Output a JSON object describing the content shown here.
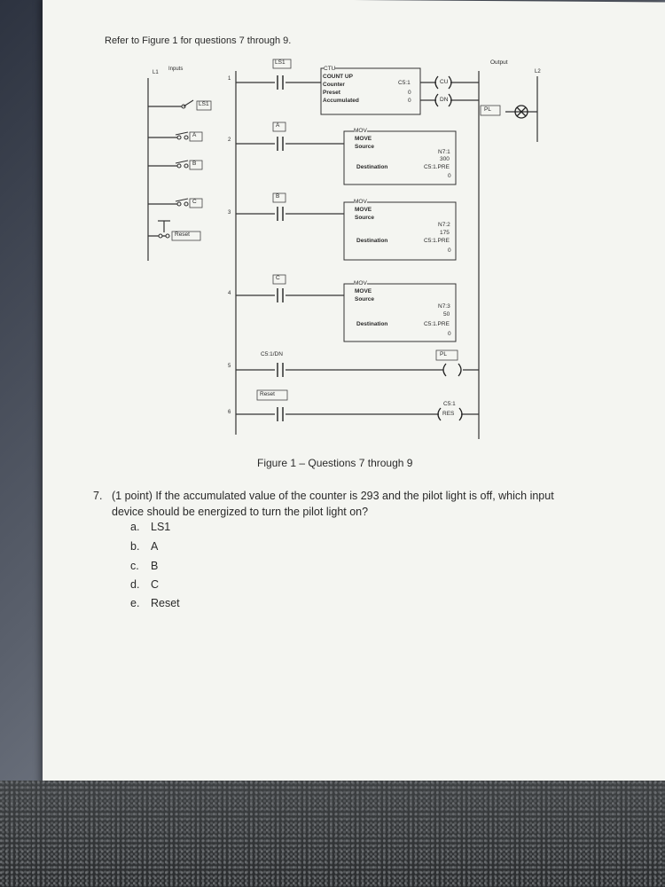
{
  "header_text": "Refer to Figure 1 for questions 7 through 9.",
  "labels": {
    "l1": "L1",
    "inputs": "Inputs",
    "output": "Output",
    "l2": "L2"
  },
  "input_tags": [
    "LS1",
    "A",
    "B",
    "C",
    "Reset"
  ],
  "rungs": [
    {
      "num": "1",
      "contact": "LS1",
      "box": {
        "title": "CTU",
        "lines": [
          "COUNT UP",
          "Counter",
          "Preset",
          "Accumulated"
        ],
        "values": [
          "C5:1",
          "0",
          "0"
        ]
      },
      "coil_top": "CU",
      "coil_bottom": "DN"
    },
    {
      "num": "2",
      "contact": "A",
      "box": {
        "title": "MOV",
        "name": "MOVE",
        "source_label": "Source",
        "source": "N7:1",
        "source_val": "300",
        "dest_label": "Destination",
        "dest": "C5:1.PRE",
        "dest_val": "0"
      }
    },
    {
      "num": "3",
      "contact": "B",
      "box": {
        "title": "MOV",
        "name": "MOVE",
        "source_label": "Source",
        "source": "N7:2",
        "source_val": "175",
        "dest_label": "Destination",
        "dest": "C5:1.PRE",
        "dest_val": "0"
      }
    },
    {
      "num": "4",
      "contact": "C",
      "box": {
        "title": "MOV",
        "name": "MOVE",
        "source_label": "Source",
        "source": "N7:3",
        "source_val": "50",
        "dest_label": "Destination",
        "dest": "C5:1.PRE",
        "dest_val": "0"
      }
    },
    {
      "num": "5",
      "contact": "C5:1/DN",
      "coil_tag": "PL",
      "coil": ""
    },
    {
      "num": "6",
      "contact": "Reset",
      "coil_tag": "C5:1",
      "coil": "RES"
    }
  ],
  "output_tag": "PL",
  "figure_caption": "Figure 1 – Questions 7 through 9",
  "question": {
    "number": "7.",
    "text_line1": "(1 point) If the accumulated value of the counter is 293 and the pilot light is off, which input",
    "text_line2": "device should be energized to turn the pilot light on?",
    "options": [
      {
        "letter": "a.",
        "text": "LS1"
      },
      {
        "letter": "b.",
        "text": "A"
      },
      {
        "letter": "c.",
        "text": "B"
      },
      {
        "letter": "d.",
        "text": "C"
      },
      {
        "letter": "e.",
        "text": "Reset"
      }
    ]
  }
}
